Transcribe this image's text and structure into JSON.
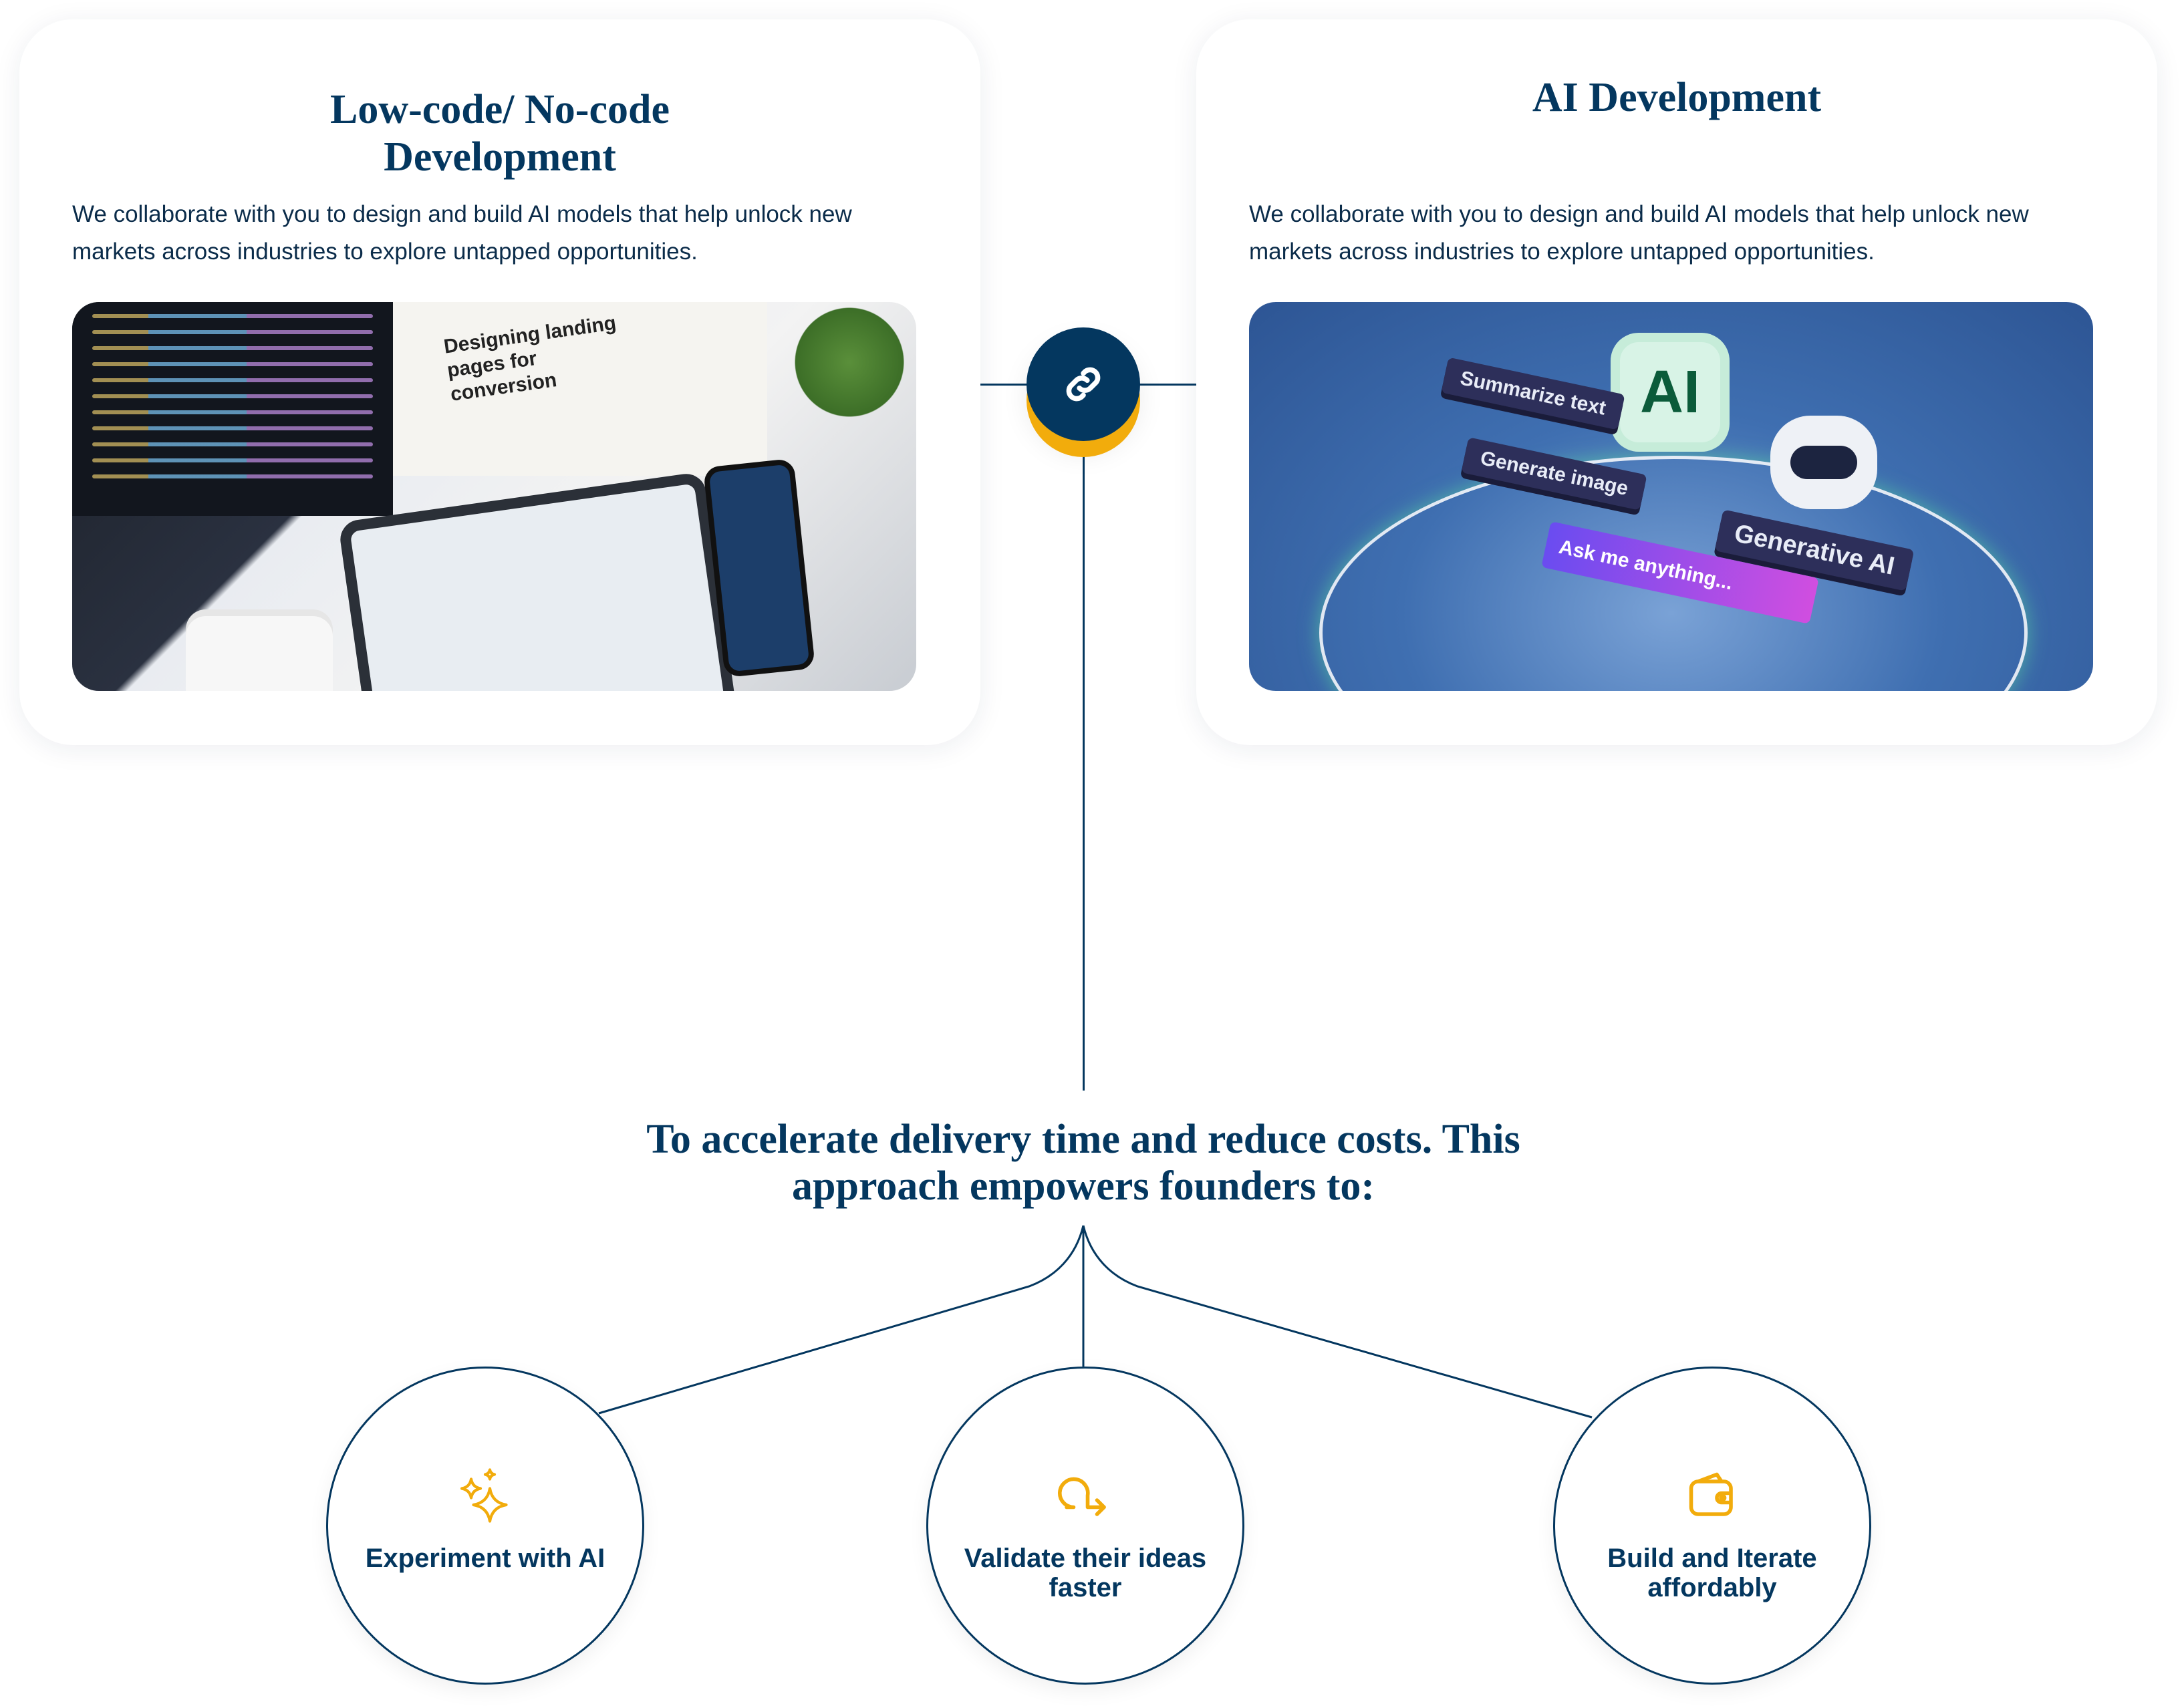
{
  "cards": [
    {
      "title_line1": "Low-code/ No-code",
      "title_line2": "Development",
      "description": "We collaborate with you to design and build AI models that help unlock new markets across industries to explore untapped opportunities.",
      "image": {
        "screen_text": "Designing landing pages for conversion",
        "icon": "workstation-photo"
      }
    },
    {
      "title": "AI Development",
      "description": "We collaborate with you to design and build AI models that help unlock new markets across industries to explore untapped opportunities.",
      "image": {
        "icon": "generative-ai-illustration",
        "chip": "AI",
        "labels": [
          "Summarize text",
          "Generate image",
          "Generative AI"
        ],
        "prompt": "Ask me anything..."
      }
    }
  ],
  "connector": {
    "icon": "link-icon",
    "colors": {
      "primary": "#04375f",
      "accent": "#f2ac0c"
    }
  },
  "heading": {
    "line1": "To accelerate delivery time and reduce costs. This",
    "line2": "approach empowers founders to:"
  },
  "benefits": [
    {
      "icon": "sparkles-icon",
      "label": "Experiment with AI"
    },
    {
      "icon": "loop-arrow-icon",
      "label": "Validate their ideas faster"
    },
    {
      "icon": "wallet-icon",
      "label": "Build and Iterate affordably"
    }
  ]
}
